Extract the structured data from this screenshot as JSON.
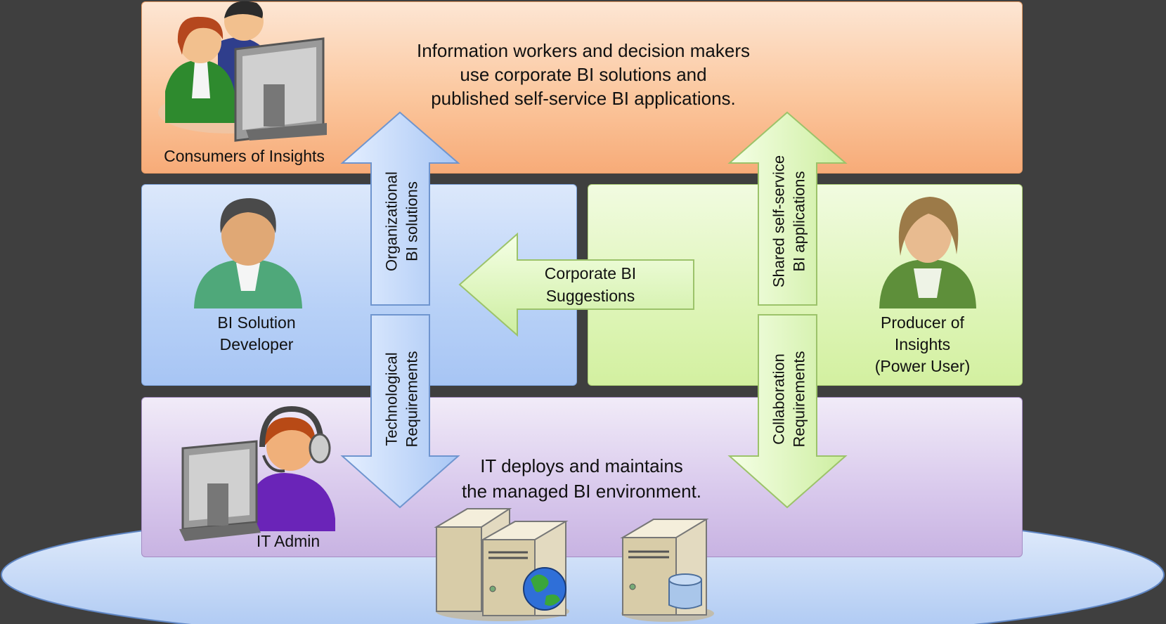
{
  "layers": {
    "consumers": {
      "role_label": "Consumers of Insights",
      "description_lines": [
        "Information workers and decision makers",
        "use corporate BI solutions and",
        "published self-service BI applications."
      ]
    },
    "developer": {
      "role_lines": [
        "BI  Solution",
        "Developer"
      ]
    },
    "power_user": {
      "role_lines": [
        "Producer of",
        "Insights",
        "(Power User)"
      ]
    },
    "it": {
      "role_label": "IT Admin",
      "description_lines": [
        "IT  deploys and maintains",
        "the  managed BI environment."
      ]
    }
  },
  "arrows": {
    "org_solutions": [
      "Organizational",
      "BI solutions"
    ],
    "tech_requirements": [
      "Technological",
      "Requirements"
    ],
    "corporate_suggestions": [
      "Corporate BI",
      "Suggestions"
    ],
    "shared_apps": [
      "Shared self-service",
      "BI applications"
    ],
    "collab_requirements": [
      "Collaboration",
      "Requirements"
    ]
  },
  "colors": {
    "consumers_panel": "#fbc79e",
    "developer_panel": "#b8d1f7",
    "power_user_panel": "#def5b8",
    "it_panel": "#d8c8ec",
    "platform_ellipse": "#b9d4f6",
    "background": "#3f3f3f"
  },
  "icons": [
    "consumers-people-icon",
    "developer-person-icon",
    "power-user-person-icon",
    "it-admin-headset-icon",
    "web-server-icon",
    "database-server-icon"
  ]
}
